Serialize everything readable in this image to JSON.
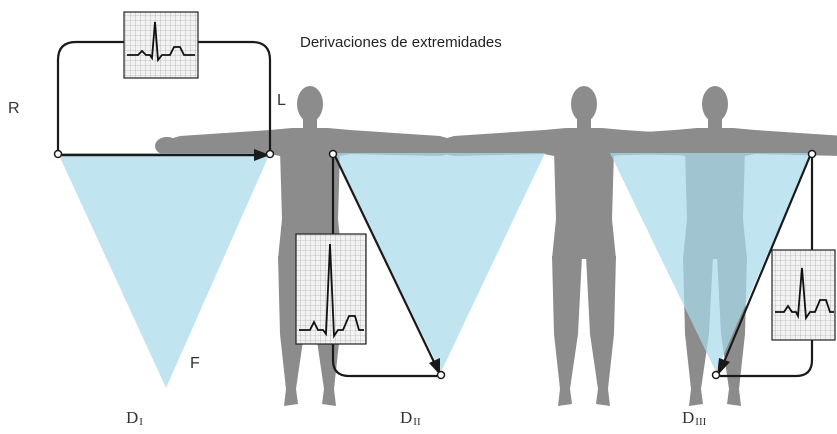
{
  "title": "Derivaciones de extremidades",
  "electrodes": {
    "right": "R",
    "left": "L",
    "foot": "F"
  },
  "leads": [
    {
      "main": "D",
      "sub": "I"
    },
    {
      "main": "D",
      "sub": "II"
    },
    {
      "main": "D",
      "sub": "III"
    }
  ],
  "colors": {
    "triangle": "#a9d9ec",
    "body": "#8c8c8c",
    "body_over_triangle": "#5f8597",
    "wire": "#1a1a1a",
    "ecg_paper": "#f2f2f2",
    "ecg_grid": "#9a9a9a"
  }
}
